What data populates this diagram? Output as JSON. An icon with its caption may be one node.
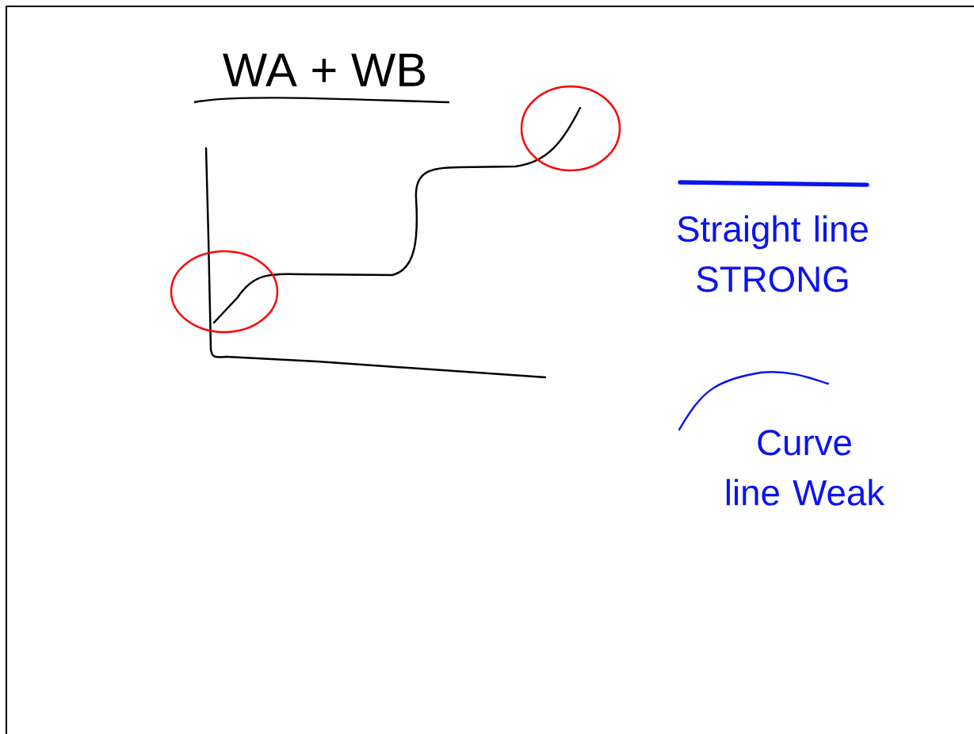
{
  "diagram": {
    "title": "WA + WB",
    "legend": [
      {
        "text": "Straight line STRONG"
      },
      {
        "text": "Curve line Weak"
      }
    ]
  }
}
